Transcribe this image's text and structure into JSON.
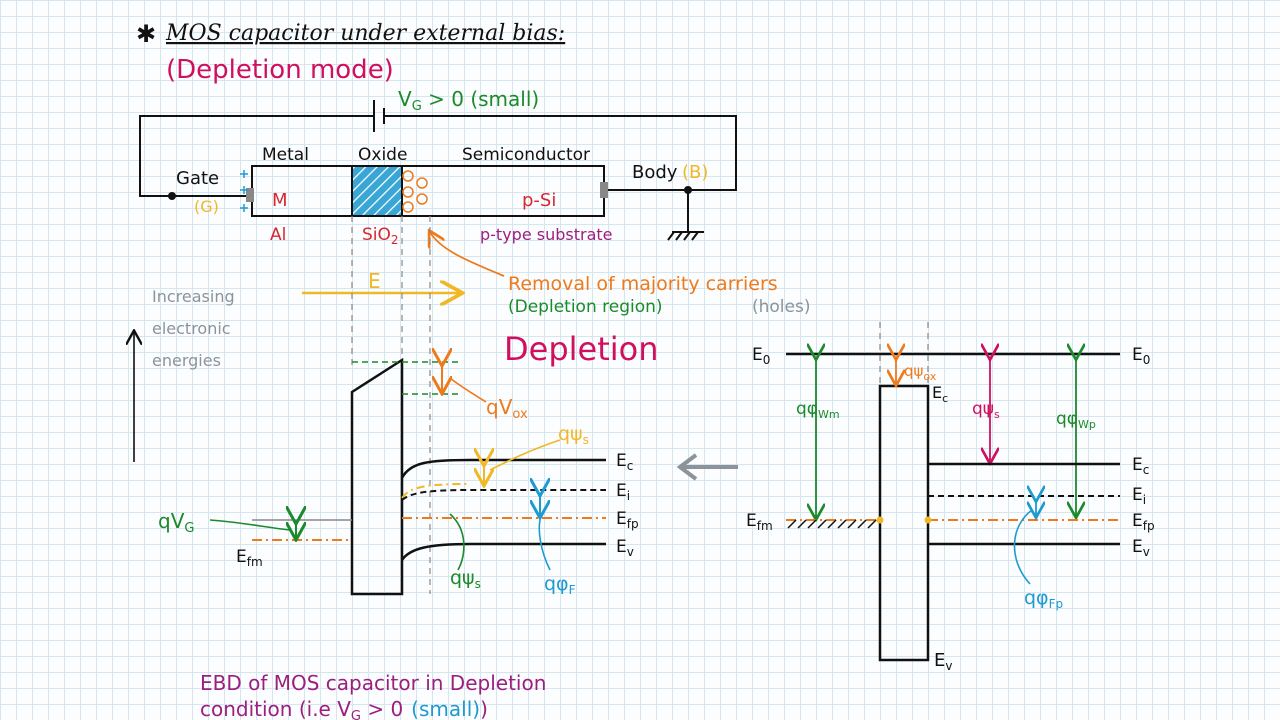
{
  "heading": {
    "star": "✱",
    "title": "MOS capacitor under external bias:",
    "mode": "(Depletion mode)"
  },
  "bias": {
    "label": "V",
    "sub": "G",
    "rest": " > 0  (small)"
  },
  "device": {
    "metal_label": "Metal",
    "oxide_label": "Oxide",
    "semi_label": "Semiconductor",
    "gate_label": "Gate",
    "gate_abbr": "(G)",
    "body_label": "Body",
    "body_abbr": "(B)",
    "metal_symbol": "M",
    "metal_material": "Al",
    "oxide_material": "SiO",
    "oxide_sub": "2",
    "semi_type": "p-Si",
    "substrate": "p-type substrate"
  },
  "annotations": {
    "removal": "Removal of majority carriers",
    "depletion_region": "(Depletion region)",
    "holes": "(holes)",
    "field": "E",
    "increasing_1": "Increasing",
    "increasing_2": "electronic",
    "increasing_3": "energies",
    "depletion_title": "Depletion"
  },
  "left_band": {
    "qvox": "qV",
    "qvox_sub": "ox",
    "qpsis": "qψ",
    "qpsis_sub": "s",
    "qpsis2": "qψ",
    "qpsis2_sub": "s",
    "qphif": "qφ",
    "qphif_sub": "F",
    "qvg": "qV",
    "qvg_sub": "G",
    "efm": "E",
    "efm_sub": "fm",
    "ec": "E",
    "ec_sub": "c",
    "ei": "E",
    "ei_sub": "i",
    "efp": "E",
    "efp_sub": "fp",
    "ev": "E",
    "ev_sub": "v"
  },
  "right_band": {
    "e0_left": "E",
    "e0_left_sub": "0",
    "e0_right": "E",
    "e0_right_sub": "0",
    "qphiwm": "qφ",
    "qphiwm_sub": "Wm",
    "qpsiox": "qψ",
    "qpsiox_sub": "ox",
    "ec_ox": "E",
    "ec_ox_sub": "c",
    "qpsis": "qψ",
    "qpsis_sub": "s",
    "qphiwp": "qφ",
    "qphiwp_sub": "Wp",
    "ec": "E",
    "ec_sub": "c",
    "ei": "E",
    "ei_sub": "i",
    "efp": "E",
    "efp_sub": "fp",
    "ev": "E",
    "ev_sub": "v",
    "efm": "E",
    "efm_sub": "fm",
    "qphifp": "qφ",
    "qphifp_sub": "Fp",
    "ev_ox": "E",
    "ev_ox_sub": "v"
  },
  "caption": {
    "line1": "EBD of MOS capacitor in Depletion",
    "line2_pre": "condition (i.e V",
    "line2_sub": "G",
    "line2_post": " > 0",
    "line2_small": "(small)",
    "line2_close": ")"
  },
  "colors": {
    "ink": "#111111",
    "magenta": "#d0105f",
    "green": "#1b8a2a",
    "orange": "#ee7a1c",
    "blue": "#1d9bd1",
    "gold": "#f2b824",
    "red": "#d8262e",
    "purple": "#9c1f7e",
    "gray": "#8c9499"
  }
}
